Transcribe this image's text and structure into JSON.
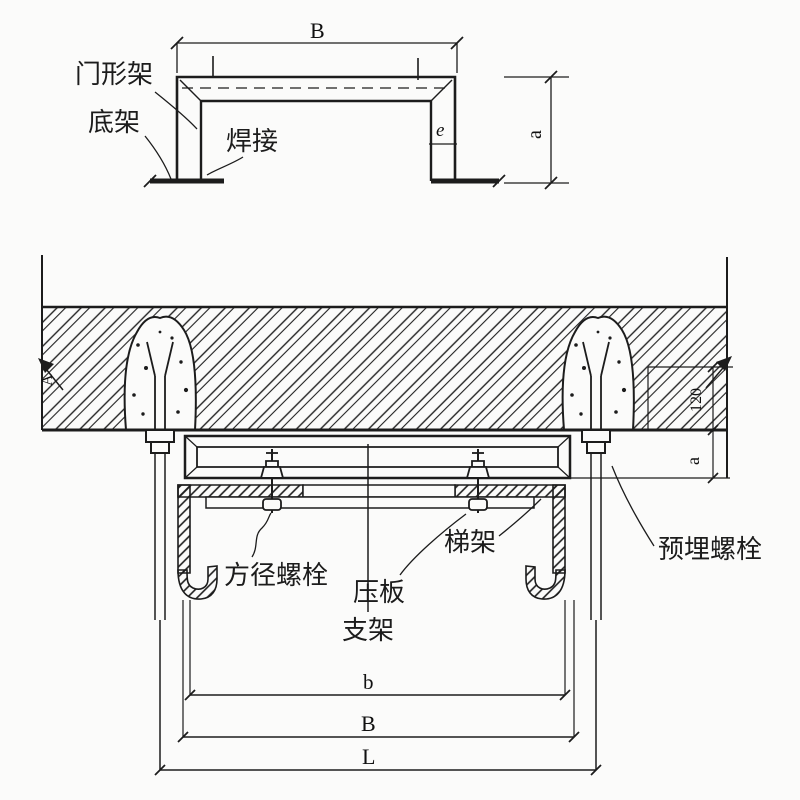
{
  "colors": {
    "ink": "#1c1c1c",
    "paper": "#fbfbfa"
  },
  "top_view": {
    "labels": {
      "portal_frame": "门形架",
      "base_frame": "底架",
      "weld": "焊接"
    },
    "dims": {
      "width": "B",
      "height": "a",
      "leg_thickness": "e"
    }
  },
  "section_view": {
    "marker": "A",
    "labels": {
      "embedded_bolt": "预埋螺栓",
      "ladder_tray": "梯架",
      "square_bolt": "方径螺栓",
      "pressure_plate": "压板",
      "bracket": "支架"
    },
    "dims": {
      "embed_depth": "120",
      "stand_off": "a",
      "tray_width": "b",
      "bracket_width": "B",
      "overall_length": "L"
    }
  }
}
